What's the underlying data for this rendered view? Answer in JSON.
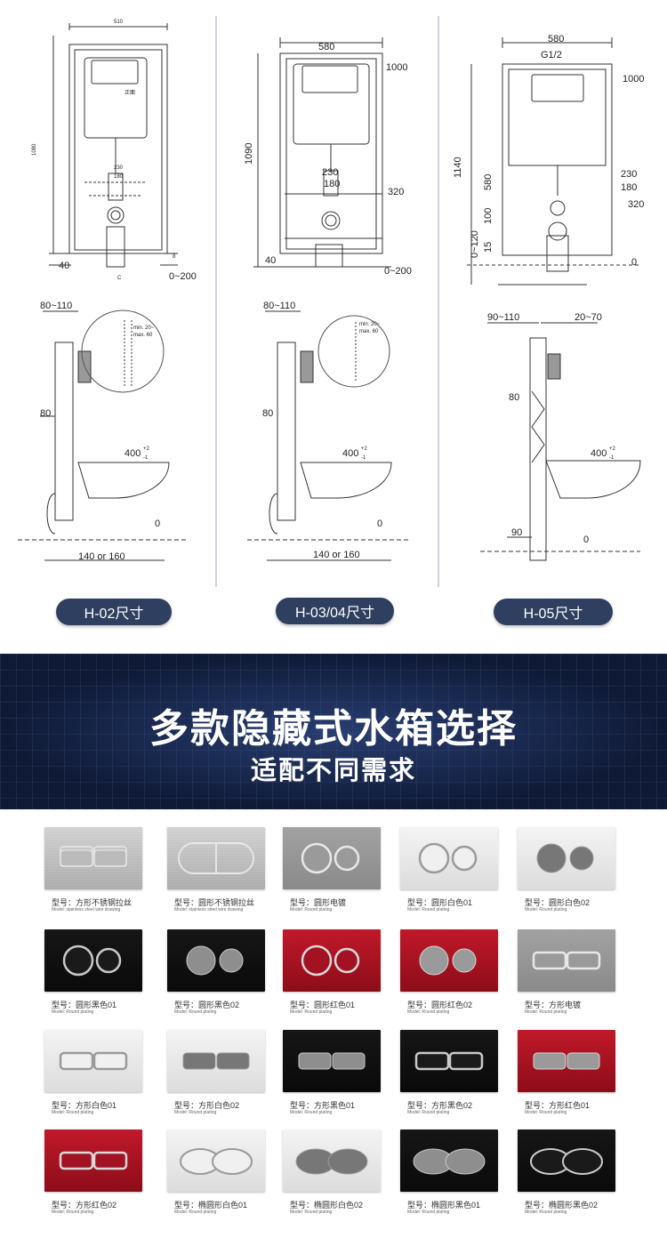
{
  "drawings": {
    "h02": {
      "badge": "H-02尺寸",
      "width_dim": "510",
      "height_dim": "1080",
      "front_label": "正面",
      "dim_230": "230",
      "dim_180": "180",
      "dim_40": "40",
      "dim_0_200": "0~200",
      "dim_c": "C",
      "dim_8": "8",
      "side_80_110": "80~110",
      "side_80": "80",
      "side_140_160": "140 or 160",
      "side_400": "400",
      "side_400_sup": "+2",
      "side_400_sub": "-1",
      "side_0": "0",
      "min_label": "min. 20~",
      "max_label": "max. 60"
    },
    "h03": {
      "badge": "H-03/04尺寸",
      "width_dim": "580",
      "height_dim": "1090",
      "dim_1000": "1000",
      "dim_230": "230",
      "dim_180": "180",
      "dim_320": "320",
      "dim_40": "40",
      "dim_0_200": "0~200",
      "side_80_110": "80~110",
      "side_80": "80",
      "side_140_160": "140 or 160",
      "side_400": "400",
      "side_400_sup": "+2",
      "side_400_sub": "-1",
      "side_0": "0",
      "min_label": "min. 20~",
      "max_label": "max. 60"
    },
    "h05": {
      "badge": "H-05尺寸",
      "width_dim": "580",
      "g12": "G1/2",
      "dim_1000": "1000",
      "height_dim": "1140",
      "dim_230": "230",
      "dim_180": "180",
      "dim_580": "580",
      "dim_320": "320",
      "dim_100": "100",
      "dim_0_120": "0~120",
      "dim_15": "15",
      "dim_0": "0",
      "side_90_110": "90~110",
      "side_20_70": "20~70",
      "side_80": "80",
      "side_400": "400",
      "side_400_sup": "+2",
      "side_400_sub": "-1",
      "side_90": "90",
      "side_0": "0"
    }
  },
  "banner": {
    "title": "多款隐藏式水箱选择",
    "subtitle": "适配不同需求"
  },
  "products": [
    {
      "label": "型号：方形不锈钢拉丝",
      "sub": "Model: stainless steel wire drawing",
      "color": "steel",
      "shape": "rect"
    },
    {
      "label": "型号：圆形不锈钢拉丝",
      "sub": "Model: stainless steel wire drawing",
      "color": "steel",
      "shape": "oval-flat"
    },
    {
      "label": "型号：圆形电镀",
      "sub": "Model: Round plating",
      "color": "gray",
      "shape": "circles-ring"
    },
    {
      "label": "型号：圆形白色01",
      "sub": "Model: Round plating",
      "color": "white",
      "shape": "circles-ring"
    },
    {
      "label": "型号：圆形白色02",
      "sub": "Model: Round plating",
      "color": "white",
      "shape": "circles-solid"
    },
    {
      "label": "型号：圆形黑色01",
      "sub": "Model: Round plating",
      "color": "black",
      "shape": "circles-ring"
    },
    {
      "label": "型号：圆形黑色02",
      "sub": "Model: Round plating",
      "color": "black",
      "shape": "circles-solid"
    },
    {
      "label": "型号：圆形红色01",
      "sub": "Model: Round plating",
      "color": "red",
      "shape": "circles-ring"
    },
    {
      "label": "型号：圆形红色02",
      "sub": "Model: Round plating",
      "color": "red",
      "shape": "circles-solid"
    },
    {
      "label": "型号：方形电镀",
      "sub": "Model: Round plating",
      "color": "gray",
      "shape": "rect-ring"
    },
    {
      "label": "型号：方形白色01",
      "sub": "Model: Round plating",
      "color": "white",
      "shape": "rect-ring"
    },
    {
      "label": "型号：方形白色02",
      "sub": "Model: Round plating",
      "color": "white",
      "shape": "rect-solid"
    },
    {
      "label": "型号：方形黑色01",
      "sub": "Model: Round plating",
      "color": "black",
      "shape": "rect-solid"
    },
    {
      "label": "型号：方形黑色02",
      "sub": "Model: Round plating",
      "color": "black",
      "shape": "rect-ring"
    },
    {
      "label": "型号：方形红色01",
      "sub": "Model: Round plating",
      "color": "red",
      "shape": "rect-solid"
    },
    {
      "label": "型号：方形红色02",
      "sub": "Model: Round plating",
      "color": "red",
      "shape": "rect-ring"
    },
    {
      "label": "型号：椭圆形白色01",
      "sub": "Model: Round plating",
      "color": "white",
      "shape": "ellipse-ring"
    },
    {
      "label": "型号：椭圆形白色02",
      "sub": "Model: Round plating",
      "color": "white",
      "shape": "ellipse-solid"
    },
    {
      "label": "型号：椭圆形黑色01",
      "sub": "Model: Round plating",
      "color": "black",
      "shape": "ellipse-solid"
    },
    {
      "label": "型号：椭圆形黑色02",
      "sub": "Model: Round plating",
      "color": "black",
      "shape": "ellipse-ring"
    }
  ],
  "colors": {
    "badge_bg": "#2e3f5f",
    "banner_bg": "#0f1a36",
    "line": "#333333"
  }
}
